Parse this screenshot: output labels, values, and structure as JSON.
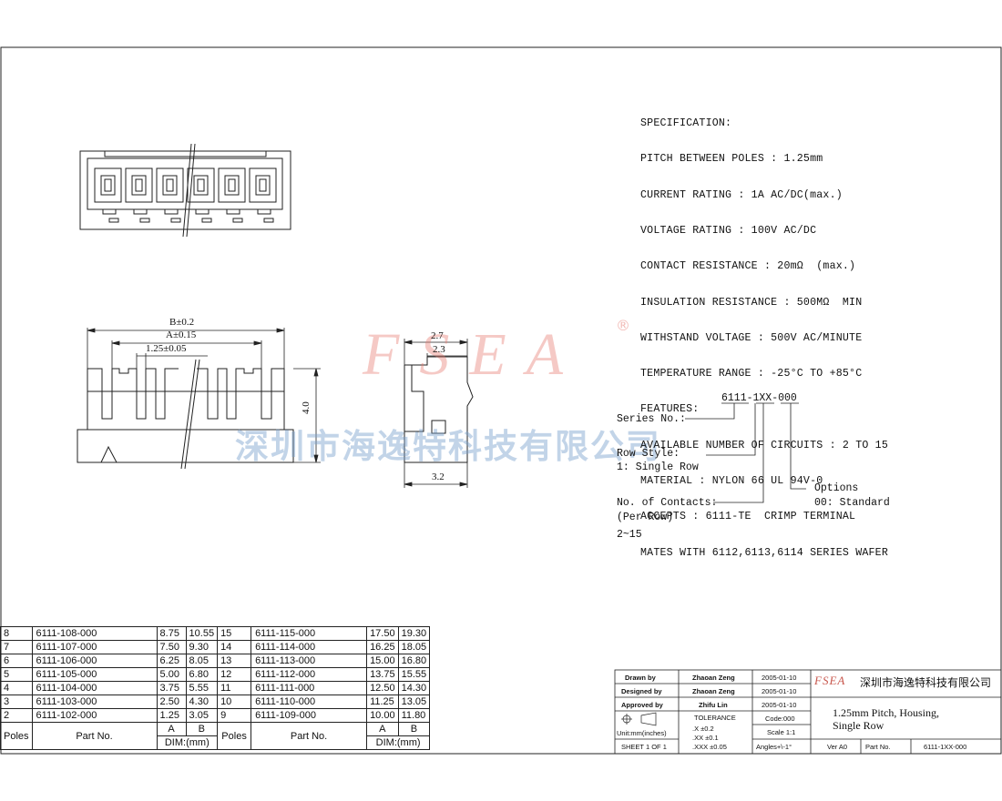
{
  "specification": [
    "SPECIFICATION:",
    "PITCH BETWEEN POLES : 1.25mm",
    "CURRENT RATING : 1A AC/DC(max.)",
    "VOLTAGE RATING : 100V AC/DC",
    "CONTACT RESISTANCE : 20mΩ  (max.)",
    "INSULATION RESISTANCE : 500MΩ  MIN",
    "WITHSTAND VOLTAGE : 500V AC/MINUTE",
    "TEMPERATURE RANGE : -25°C TO +85°C",
    "FEATURES:",
    "AVAILABLE NUMBER OF CIRCUITS : 2 TO 15",
    "MATERIAL : NYLON 66 UL 94V-0",
    "ACCEPTS : 6111-TE  CRIMP TERMINAL",
    "MATES WITH 6112,6113,6114 SERIES WAFER"
  ],
  "dimensions": {
    "b": "B±0.2",
    "a": "A±0.15",
    "pitch": "1.25±0.05",
    "height": "4.0",
    "side_top1": "2.7",
    "side_top2": "2.3",
    "side_bottom": "3.2"
  },
  "watermark": {
    "logo": "FSEA",
    "registered": "®",
    "company": "深圳市海逸特科技有限公司"
  },
  "part_code": {
    "code": "6111-1XX-000",
    "series_label": "Series No.:",
    "row_style_label": "Row Style:",
    "row_style_value": "1: Single Row",
    "contacts_label": "No. of Contacts:",
    "contacts_sub": "(Per Row)",
    "contacts_range": "2~15",
    "options_label": "Options",
    "options_value": "00: Standard"
  },
  "parts_table": {
    "headers": {
      "poles": "Poles",
      "part": "Part No.",
      "a": "A",
      "b": "B",
      "dim": "DIM:(mm)"
    },
    "rows": [
      [
        "8",
        "6111-108-000",
        "8.75",
        "10.55",
        "15",
        "6111-115-000",
        "17.50",
        "19.30"
      ],
      [
        "7",
        "6111-107-000",
        "7.50",
        "9.30",
        "14",
        "6111-114-000",
        "16.25",
        "18.05"
      ],
      [
        "6",
        "6111-106-000",
        "6.25",
        "8.05",
        "13",
        "6111-113-000",
        "15.00",
        "16.80"
      ],
      [
        "5",
        "6111-105-000",
        "5.00",
        "6.80",
        "12",
        "6111-112-000",
        "13.75",
        "15.55"
      ],
      [
        "4",
        "6111-104-000",
        "3.75",
        "5.55",
        "11",
        "6111-111-000",
        "12.50",
        "14.30"
      ],
      [
        "3",
        "6111-103-000",
        "2.50",
        "4.30",
        "10",
        "6111-110-000",
        "11.25",
        "13.05"
      ],
      [
        "2",
        "6111-102-000",
        "1.25",
        "3.05",
        "9",
        "6111-109-000",
        "10.00",
        "11.80"
      ]
    ]
  },
  "title_block": {
    "drawn_label": "Drawn  by",
    "drawn_name": "Zhaoan Zeng",
    "drawn_date": "2005-01-10",
    "designed_label": "Designed by",
    "designed_name": "Zhaoan Zeng",
    "designed_date": "2005-01-10",
    "approved_label": "Approved by",
    "approved_name": "Zhifu Lin",
    "approved_date": "2005-01-10",
    "tolerance_label": "TOLERANCE",
    "code": "Code:000",
    "tol_x": ".X      ±0.2",
    "tol_xx": ".XX    ±0.1",
    "tol_xxx": ".XXX   ±0.05",
    "scale": "Scale 1:1",
    "angles": "Angles+\\-1°",
    "units": "Unit:mm(inches)",
    "sheet": "SHEET 1 OF 1",
    "logo": "FSEA",
    "company": "深圳市海逸特科技有限公司",
    "title_line1": "1.25mm Pitch, Housing,",
    "title_line2": "Single Row",
    "ver": "Ver A0",
    "part_label": "Part No.",
    "part_no": "6111-1XX-000"
  }
}
